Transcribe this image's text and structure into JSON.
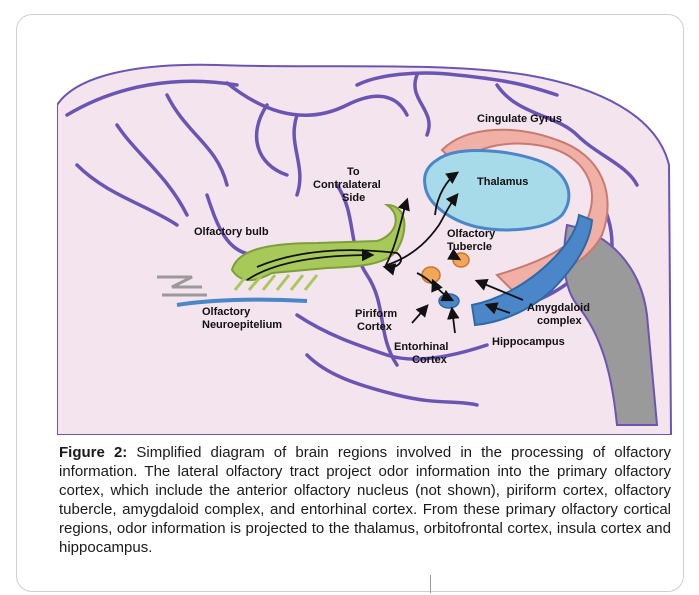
{
  "figure": {
    "labels": {
      "cingulate_gyrus": "Cingulate Gyrus",
      "thalamus": "Thalamus",
      "contralateral": [
        "To",
        "Contralateral",
        "Side"
      ],
      "olfactory_bulb": "Olfactory bulb",
      "olfactory_tubercle": [
        "Olfactory",
        "Tubercle"
      ],
      "olfactory_neuroepitelium": [
        "Olfactory",
        "Neuroepitelium"
      ],
      "piriform_cortex": [
        "Piriform",
        "Cortex"
      ],
      "amygdaloid_complex": [
        "Amygdaloid",
        "complex"
      ],
      "entorhinal_cortex": [
        "Entorhinal",
        "Cortex"
      ],
      "hippocampus": "Hippocampus"
    },
    "colors": {
      "background": "#f4e4ee",
      "vessels": "#6b55b2",
      "thalamus": "#a8dbe9",
      "cingulate": "#f1b0a6",
      "olfactory_bulb": "#a6c95a",
      "hippocampus": "#4a86c8",
      "amygdala": "#f2a65a",
      "brainstem": "#9a9a9a"
    },
    "caption": {
      "label": "Figure 2:",
      "text": " Simplified diagram of brain regions involved in the processing of olfactory information. The lateral olfactory tract project odor information into the primary olfactory cortex, which include the anterior olfactory nucleus (not shown), piriform cortex, olfactory tubercle, amygdaloid complex, and entorhinal cortex. From these primary olfactory cortical regions, odor information is projected to the thalamus, orbitofrontal cortex, insula cortex and hippocampus."
    }
  }
}
